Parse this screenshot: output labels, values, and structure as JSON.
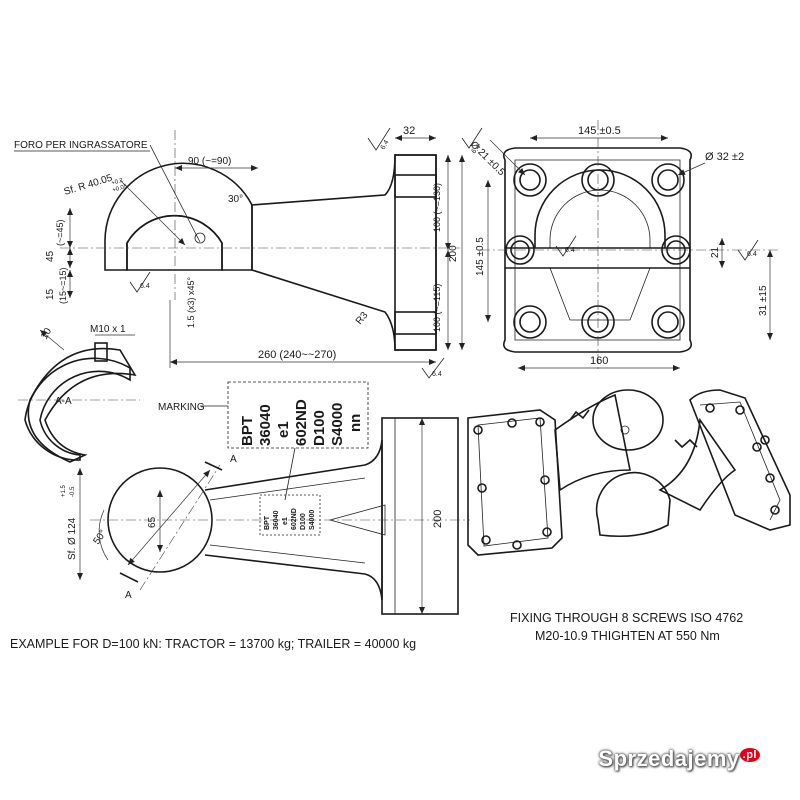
{
  "labels": {
    "foro": "FORO PER INGRASSATORE",
    "sphere_radius": "Sf. R 40.05",
    "sphere_radius_tol_top": "+0.2",
    "sphere_radius_tol_bot": "+0.05",
    "dim_90": "90 (~=90)",
    "angle_30": "30°",
    "dim_32": "32",
    "dim_45a": "(~=45)",
    "dim_45b": "45",
    "dim_15a": "15",
    "dim_15b": "(15~=15)",
    "chamfer": "1.5 (x3) x45°",
    "dim_100_top": "100 (~=130)",
    "dim_200_side": "200",
    "dim_100_bot": "100 (~=115)",
    "r3": "R3",
    "dim_260": "260 (240~~270)",
    "phi21": "Ø 21 ±0.5",
    "dim_145_top": "145 ±0.5",
    "phi32": "Ø 32 ±2",
    "dim_145_side": "145 ±0.5",
    "dim_21": "21",
    "dim_31": "31 ±15",
    "dim_160": "160",
    "dim_10": "10",
    "m10": "M10 x 1",
    "section_aa": "A-A",
    "marking": "MARKING",
    "mark_lines": [
      "BPT",
      "36040",
      "e1",
      "602ND",
      "D100",
      "S4000",
      "nn"
    ],
    "phi124": "Sf. Ø 124",
    "phi124_tol_top": "+1.5",
    "phi124_tol_bot": "-0.5",
    "dim_65": "65",
    "angle_50": "50°",
    "section_a": "A",
    "dim_200_plan": "200",
    "fixing_line1": "FIXING THROUGH 8 SCREWS ISO 4762",
    "fixing_line2": "M20-10.9 THIGHTEN AT 550 Nm",
    "example": "EXAMPLE FOR D=100 kN: TRACTOR = 13700 kg; TRAILER = 40000 kg",
    "roughness": "6.4"
  },
  "watermark": {
    "text": "Sprzedajemy",
    "suffix": ".pl"
  },
  "colors": {
    "line": "#1a1a1a",
    "background": "#ffffff",
    "watermark_badge": "#e3001b"
  }
}
